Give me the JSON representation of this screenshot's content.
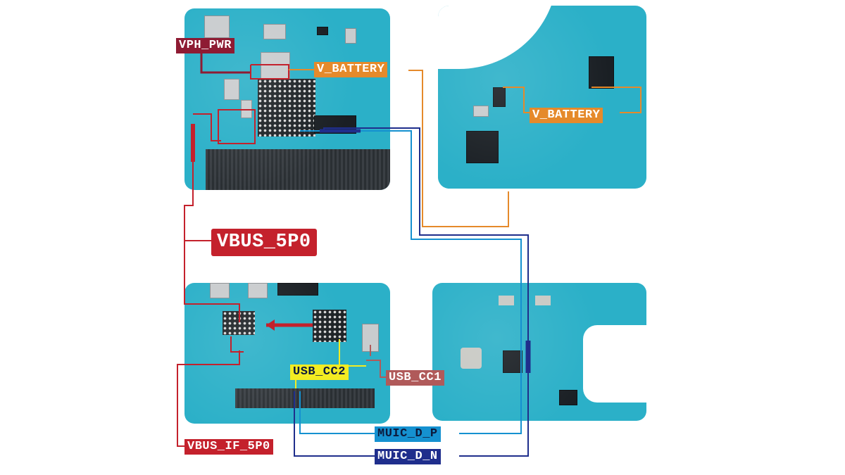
{
  "labels": {
    "vph_pwr": "VPH_PWR",
    "v_battery_top": "V_BATTERY",
    "v_battery_right": "V_BATTERY",
    "vbus_5p0": "VBUS_5P0",
    "usb_cc2": "USB_CC2",
    "usb_cc1": "USB_CC1",
    "muic_d_p": "MUIC_D_P",
    "muic_d_n": "MUIC_D_N",
    "vbus_if_5p0": "VBUS_IF_5P0"
  },
  "colors": {
    "board": "#2bb0c8",
    "vph_pwr": "#8e1b33",
    "v_battery": "#e58a2b",
    "vbus": "#c4212c",
    "usb_cc2": "#f3ec22",
    "usb_cc1": "#b05a5a",
    "muic_d_p": "#1591d0",
    "muic_d_n": "#1f2e8c"
  }
}
